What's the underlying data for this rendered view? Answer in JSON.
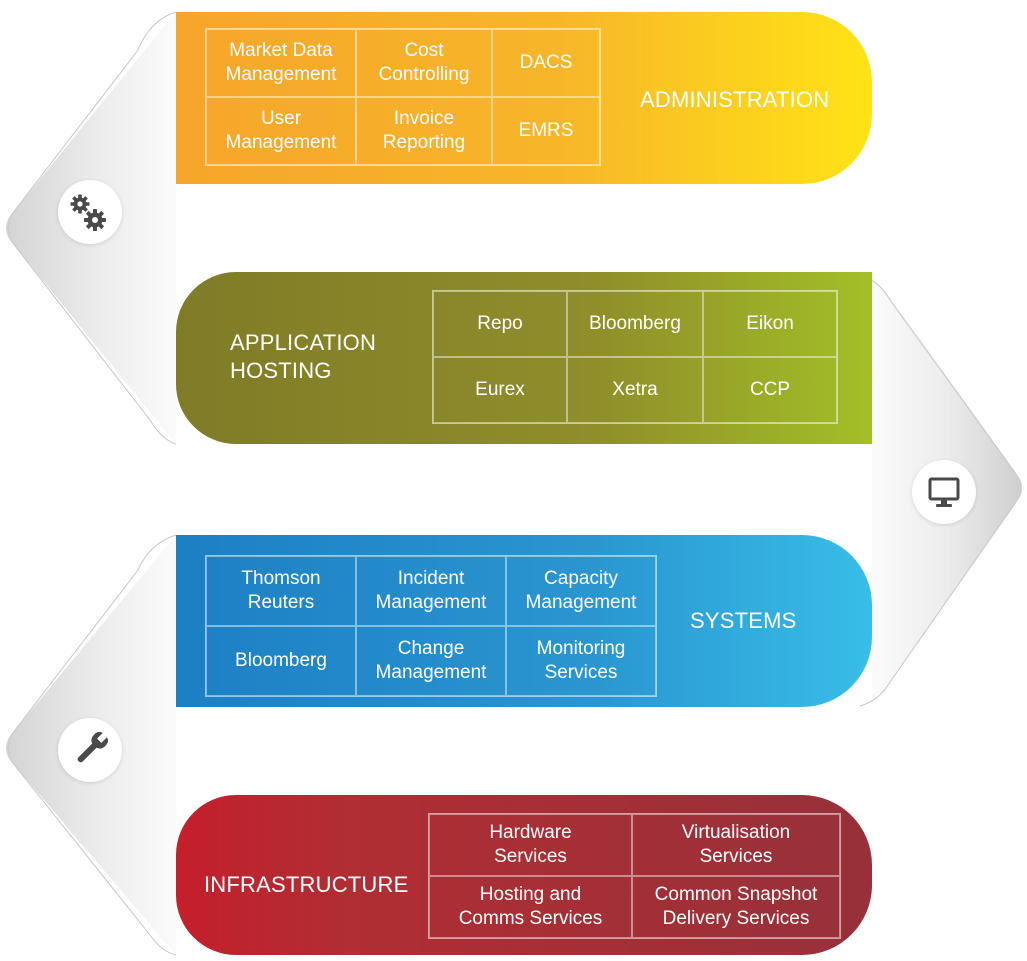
{
  "administration": {
    "title": "ADMINISTRATION",
    "cells": [
      "Market Data\nManagement",
      "Cost\nControlling",
      "DACS",
      "User\nManagement",
      "Invoice\nReporting",
      "EMRS"
    ],
    "color": "#f7b62a"
  },
  "application_hosting": {
    "title": "APPLICATION\nHOSTING",
    "cells": [
      "Repo",
      "Bloomberg",
      "Eikon",
      "Eurex",
      "Xetra",
      "CCP"
    ],
    "color": "#8f8e2a"
  },
  "systems": {
    "title": "SYSTEMS",
    "cells": [
      "Thomson\nReuters",
      "Incident\nManagement",
      "Capacity\nManagement",
      "Bloomberg",
      "Change\nManagement",
      "Monitoring\nServices"
    ],
    "color": "#2a96d0"
  },
  "infrastructure": {
    "title": "INFRASTRUCTURE",
    "cells": [
      "Hardware\nServices",
      "Virtualisation\nServices",
      "Hosting and\nComms Services",
      "Common Snapshot\nDelivery Services"
    ],
    "color": "#a52a33"
  },
  "icons": {
    "left_top": "gears-icon",
    "right_middle": "monitor-icon",
    "left_bottom": "wrench-icon"
  }
}
